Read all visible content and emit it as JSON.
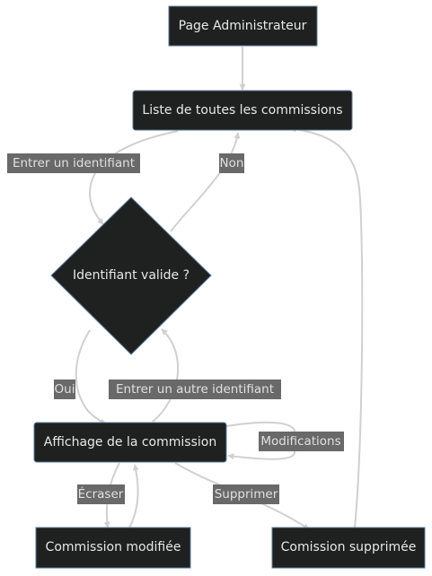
{
  "nodes": {
    "admin": "Page Administrateur",
    "list": "Liste de toutes les commissions",
    "valid": "Identifiant valide ?",
    "display": "Affichage de la commission",
    "modified": "Commission modifiée",
    "deleted": "Comission supprimée"
  },
  "edges": {
    "enter_id": "Entrer un identifiant",
    "no": "Non",
    "yes": "Oui",
    "enter_other": "Entrer un autre identifiant",
    "modifications": "Modifications",
    "erase": "Écraser",
    "delete": "Supprimer"
  },
  "colors": {
    "node_fill": "#1f2020",
    "node_border": "#5b7b99",
    "edge": "#d0d0d0",
    "label_bg": "#696969"
  }
}
